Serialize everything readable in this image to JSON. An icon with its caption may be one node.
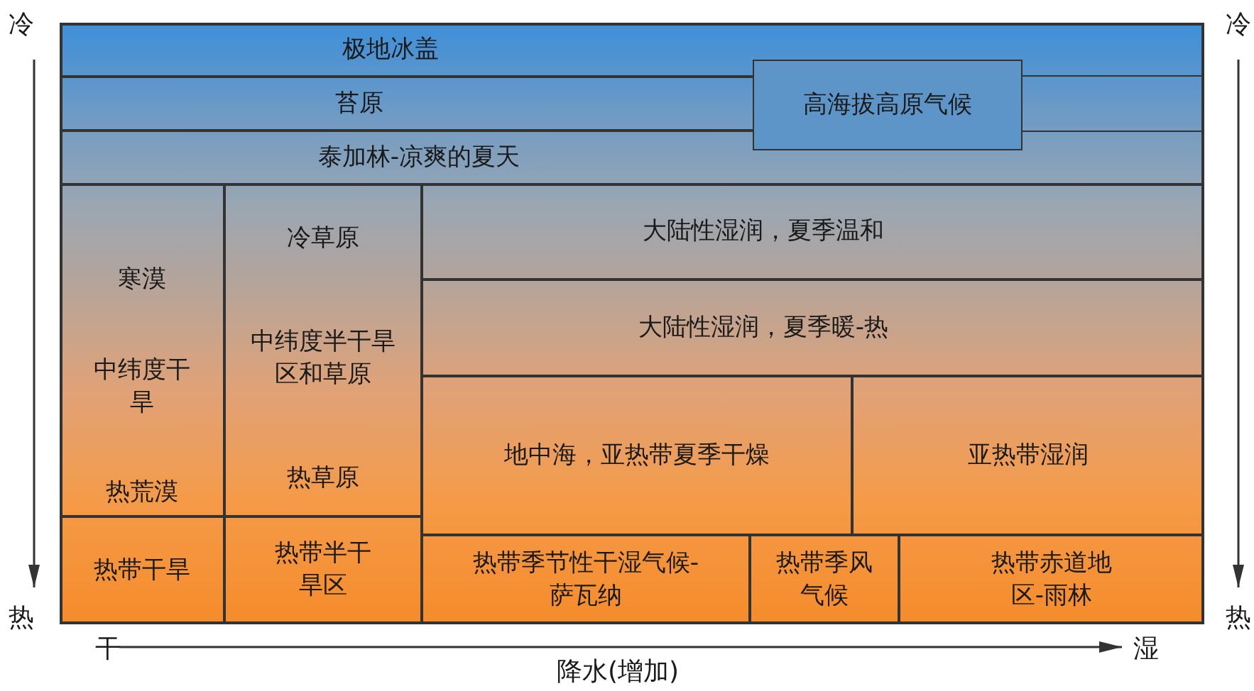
{
  "diagram": {
    "nodes": [
      {
        "text": [
          "极地冰盖"
        ]
      },
      {
        "text": [
          "苔原"
        ]
      },
      {
        "text": [
          "泰加林-凉爽的夏天"
        ]
      },
      {
        "text": [
          "高海拔高原气候"
        ]
      },
      {
        "text": [
          "寒漠",
          "中纬度干旱",
          "热荒漠"
        ]
      },
      {
        "text": [
          "冷草原",
          "中纬度半干旱区和草原",
          "热草原"
        ]
      },
      {
        "text": [
          "大陆性湿润，夏季温和"
        ]
      },
      {
        "text": [
          "大陆性湿润，夏季暖-热"
        ]
      },
      {
        "text": [
          "地中海，亚热带夏季干燥"
        ]
      },
      {
        "text": [
          "亚热带湿润"
        ]
      },
      {
        "text": [
          "热带干旱"
        ]
      },
      {
        "text": [
          "热带半干旱区"
        ]
      },
      {
        "text": [
          "热带季节性干湿气候-萨瓦纳"
        ]
      },
      {
        "text": [
          "热带季风气候"
        ]
      },
      {
        "text": [
          "热带赤道地区-雨林"
        ]
      }
    ],
    "labels": [
      "冷",
      "冷",
      "热",
      "热",
      "干",
      "湿",
      "降水(增加)"
    ]
  }
}
